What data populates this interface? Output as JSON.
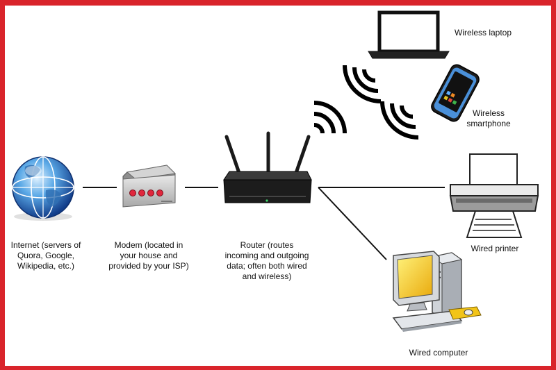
{
  "diagram": {
    "nodes": {
      "internet": {
        "label": "Internet (servers of\nQuora, Google,\nWikipedia, etc.)",
        "icon": "globe-icon"
      },
      "modem": {
        "label": "Modem (located in\nyour house and\nprovided by your ISP)",
        "icon": "modem-icon"
      },
      "router": {
        "label": "Router (routes\nincoming and outgoing\ndata; often both wired\nand wireless)",
        "icon": "router-icon"
      },
      "laptop": {
        "label": "Wireless laptop",
        "icon": "laptop-icon"
      },
      "smartphone": {
        "label": "Wireless\nsmartphone",
        "icon": "smartphone-icon"
      },
      "printer": {
        "label": "Wired printer",
        "icon": "printer-icon"
      },
      "computer": {
        "label": "Wired computer",
        "icon": "desktop-computer-icon"
      }
    },
    "connections": [
      {
        "from": "internet",
        "to": "modem",
        "type": "wired"
      },
      {
        "from": "modem",
        "to": "router",
        "type": "wired"
      },
      {
        "from": "router",
        "to": "printer",
        "type": "wired"
      },
      {
        "from": "router",
        "to": "computer",
        "type": "wired"
      },
      {
        "from": "router",
        "to": "laptop",
        "type": "wireless"
      },
      {
        "from": "router",
        "to": "smartphone",
        "type": "wireless"
      }
    ]
  },
  "colors": {
    "border": "#d9242b",
    "background": "#ffffff",
    "line": "#111111",
    "modem_led": "#e0263c",
    "phone_body": "#4a90d9",
    "monitor_screen": "#f2c418"
  }
}
